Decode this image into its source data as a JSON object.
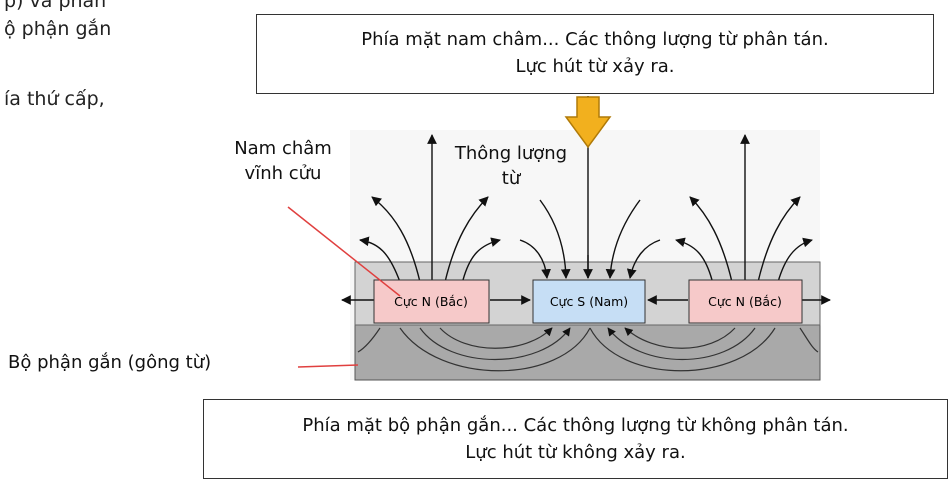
{
  "cut_text": {
    "line1": "p) và phần",
    "line2": "ộ phận gắn",
    "line3": "ía thứ cấp,"
  },
  "top_box": {
    "line1": "Phía mặt nam châm... Các thông lượng từ phân tán.",
    "line2": "Lực hút từ xảy ra."
  },
  "bottom_box": {
    "line1": "Phía mặt bộ phận gắn... Các thông lượng từ không phân tán.",
    "line2": "Lực hút từ không xảy ra."
  },
  "labels": {
    "magnet_line1": "Nam châm",
    "magnet_line2": "vĩnh cửu",
    "flux_line1": "Thông lượng",
    "flux_line2": "từ",
    "yoke": "Bộ phận gắn (gông từ)"
  },
  "poles": {
    "left": "Cực N (Bắc)",
    "center": "Cực S (Nam)",
    "right": "Cực N (Bắc)"
  },
  "colors": {
    "arrow_fill": "#f2b01e",
    "n_pole": "#f6c9c9",
    "s_pole": "#c6def5",
    "leader_line": "#e0403f",
    "magnet_bar": "#d3d3d3",
    "yoke": "#a9a9a9"
  }
}
